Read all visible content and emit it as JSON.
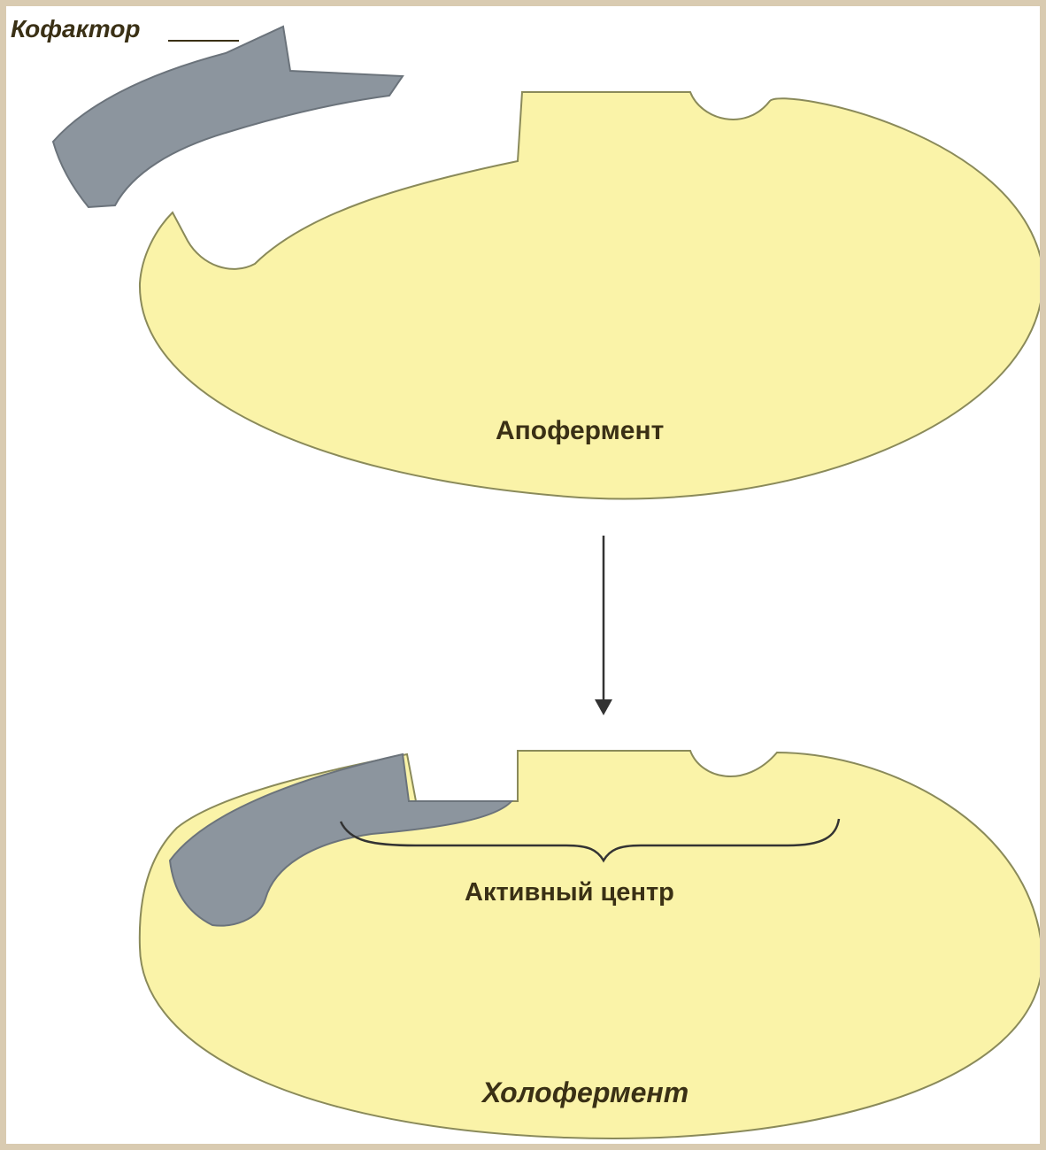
{
  "labels": {
    "cofactor": "Кофактор",
    "apoenzyme": "Апофермент",
    "active_center": "Активный центр",
    "holoenzyme": "Холофермент"
  },
  "colors": {
    "enzyme_fill": "#faf3a8",
    "enzyme_stroke": "#8a8a5a",
    "cofactor_fill": "#8c959e",
    "cofactor_stroke": "#6b737b",
    "label_text": "#3a3015",
    "arrow": "#333333",
    "border": "#d9cbb1"
  }
}
